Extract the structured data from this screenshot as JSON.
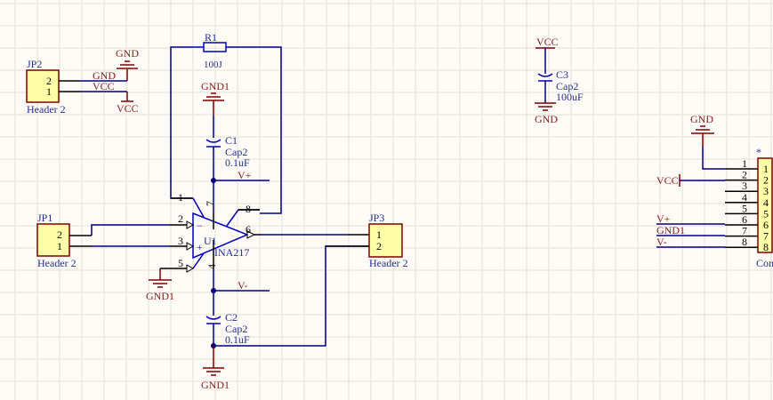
{
  "schematic": {
    "colors": {
      "background": "#fffcf7",
      "grid": "#ece9e2",
      "wire": "#000080",
      "power": "#800000",
      "component": "#0000c0",
      "header_fill": "#ffffa8",
      "header_border": "#800000",
      "designator_text": "#1f2f8f",
      "net_text": "#8b1a1a"
    },
    "jp2": {
      "designator": "JP2",
      "comment": "Header 2",
      "pins": [
        "2",
        "1"
      ],
      "net_top": "GND",
      "net_bottom": "VCC",
      "port_gnd": "GND",
      "port_vcc": "VCC"
    },
    "r1": {
      "designator": "R1",
      "value": "100J"
    },
    "gnd_top": "GND1",
    "c1": {
      "designator": "C1",
      "comment": "Cap2",
      "value": "0.1uF"
    },
    "vplus_label": "V+",
    "vminus_label": "V-",
    "u1": {
      "designator": "U1",
      "comment": "INA217",
      "pins": {
        "p1": "1",
        "p2": "2",
        "p3": "3",
        "p4": "4",
        "p5": "5",
        "p6": "6",
        "p7": "7",
        "p8": "8"
      },
      "minus": "−",
      "plus": "+"
    },
    "jp1": {
      "designator": "JP1",
      "comment": "Header 2",
      "pins": [
        "2",
        "1"
      ]
    },
    "gnd_pin5": "GND1",
    "c2": {
      "designator": "C2",
      "comment": "Cap2",
      "value": "0.1uF"
    },
    "gnd_bottom": "GND1",
    "jp3": {
      "designator": "JP3",
      "comment": "Header 2",
      "pins": [
        "1",
        "2"
      ]
    },
    "c3": {
      "designator": "C3",
      "comment": "Cap2",
      "value": "100uF",
      "port_top": "VCC",
      "port_bottom": "GND"
    },
    "con": {
      "marker": "*",
      "comment_partial": "Con",
      "gnd_port": "GND",
      "vcc_port": "VCC",
      "pins": [
        "1",
        "2",
        "3",
        "4",
        "5",
        "6",
        "7",
        "8"
      ],
      "net_labels": {
        "p6": "V+",
        "p7": "GND1",
        "p8": "V-"
      }
    }
  }
}
